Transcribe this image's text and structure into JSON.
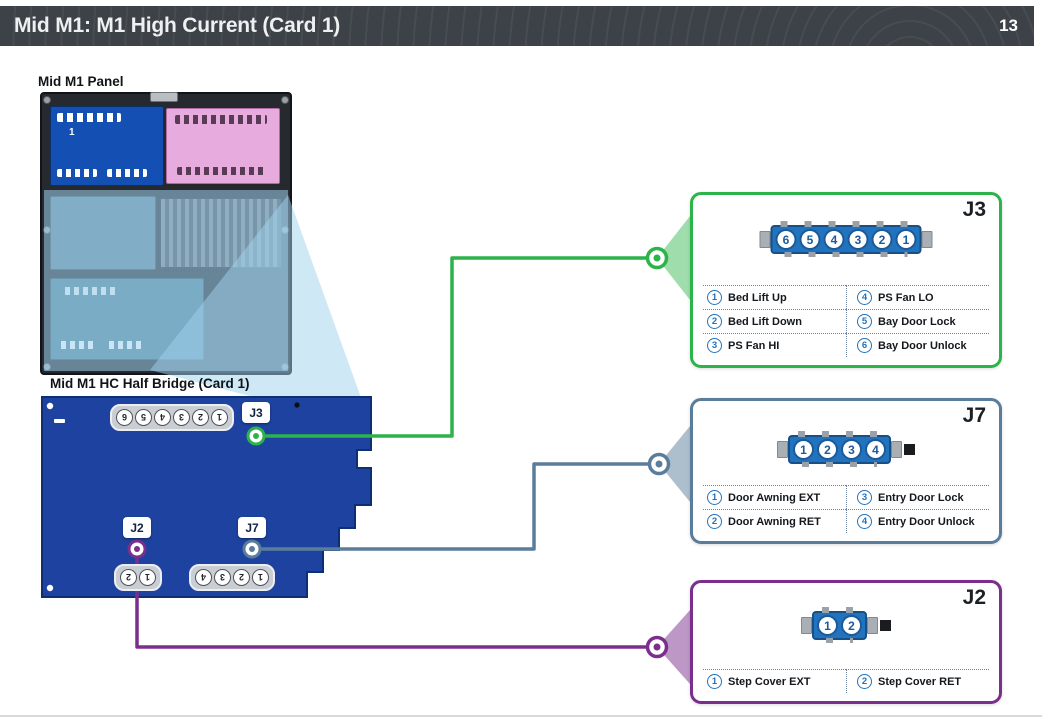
{
  "header": {
    "title": "Mid M1: M1 High Current (Card 1)",
    "page_number": "13"
  },
  "panel": {
    "label": "Mid M1 Panel",
    "board1_number": "1"
  },
  "board": {
    "label": "Mid M1 HC Half Bridge (Card 1)",
    "top_strip": [
      "1",
      "2",
      "3",
      "4",
      "5",
      "6"
    ],
    "connector_j3": "J3",
    "connector_j2": "J2",
    "connector_j7": "J7",
    "j2_strip": [
      "1",
      "2"
    ],
    "j7_strip": [
      "1",
      "2",
      "3",
      "4"
    ]
  },
  "callouts": {
    "j3": {
      "title": "J3",
      "accent": "#2cb34a",
      "pins": [
        "6",
        "5",
        "4",
        "3",
        "2",
        "1"
      ],
      "legend_left": [
        {
          "num": "1",
          "label": "Bed Lift Up"
        },
        {
          "num": "2",
          "label": "Bed Lift Down"
        },
        {
          "num": "3",
          "label": "PS Fan HI"
        }
      ],
      "legend_right": [
        {
          "num": "4",
          "label": "PS Fan LO"
        },
        {
          "num": "5",
          "label": "Bay Door Lock"
        },
        {
          "num": "6",
          "label": "Bay Door Unlock"
        }
      ]
    },
    "j7": {
      "title": "J7",
      "accent": "#5b7d9c",
      "pins": [
        "1",
        "2",
        "3",
        "4"
      ],
      "legend_left": [
        {
          "num": "1",
          "label": "Door Awning EXT"
        },
        {
          "num": "2",
          "label": "Door Awning RET"
        }
      ],
      "legend_right": [
        {
          "num": "3",
          "label": "Entry Door Lock"
        },
        {
          "num": "4",
          "label": "Entry Door Unlock"
        }
      ]
    },
    "j2": {
      "title": "J2",
      "accent": "#7b2f8d",
      "pins": [
        "1",
        "2"
      ],
      "legend_left": [
        {
          "num": "1",
          "label": "Step Cover EXT"
        }
      ],
      "legend_right": [
        {
          "num": "2",
          "label": "Step Cover RET"
        }
      ]
    }
  }
}
